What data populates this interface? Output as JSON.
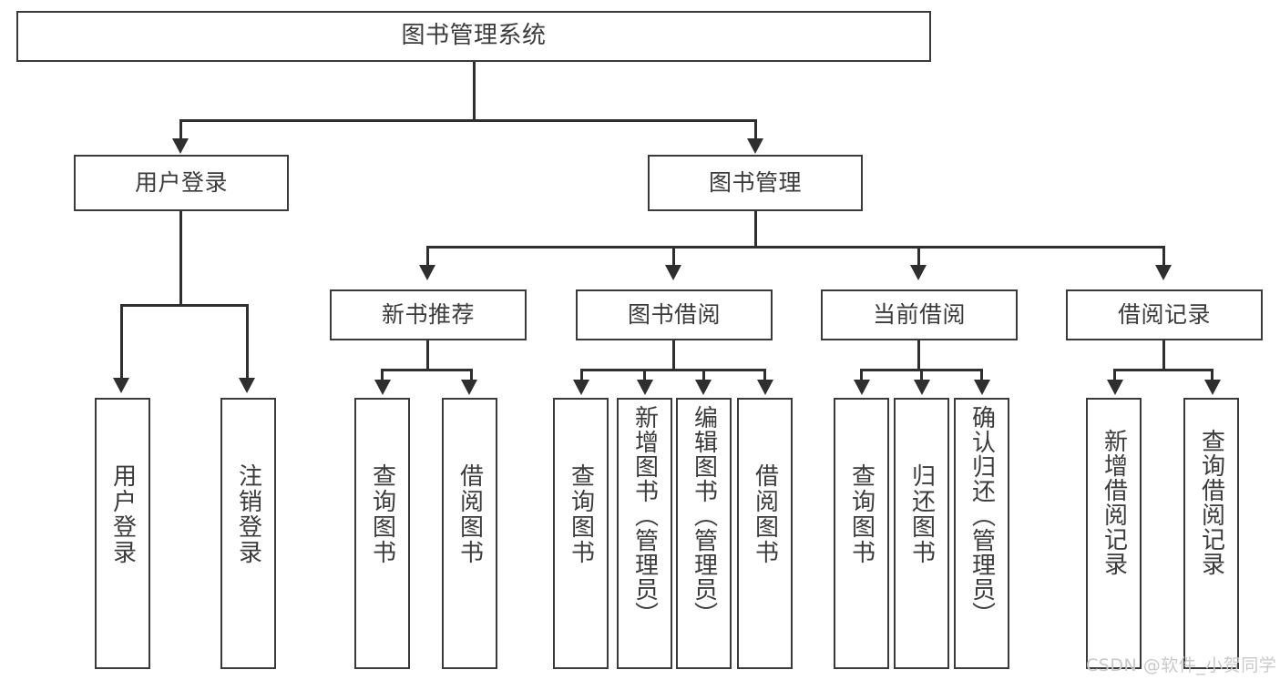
{
  "diagram": {
    "title": "图书管理系统",
    "watermark": "CSDN @软件_小贺同学",
    "levels": {
      "root": {
        "label": "图书管理系统"
      },
      "level1": [
        {
          "label": "用户登录"
        },
        {
          "label": "图书管理"
        }
      ],
      "level2": [
        {
          "label": "新书推荐"
        },
        {
          "label": "图书借阅"
        },
        {
          "label": "当前借阅"
        },
        {
          "label": "借阅记录"
        }
      ],
      "leaves": {
        "user_login": [
          {
            "label": "用户登录"
          },
          {
            "label": "注销登录"
          }
        ],
        "new_book_recommend": [
          {
            "label": "查询图书"
          },
          {
            "label": "借阅图书"
          }
        ],
        "book_borrow": [
          {
            "label": "查询图书"
          },
          {
            "label": "新增图书（管理员）"
          },
          {
            "label": "编辑图书（管理员）"
          },
          {
            "label": "借阅图书"
          }
        ],
        "current_borrow": [
          {
            "label": "查询图书"
          },
          {
            "label": "归还图书"
          },
          {
            "label": "确认归还（管理员）"
          }
        ],
        "borrow_record": [
          {
            "label": "新增借阅记录"
          },
          {
            "label": "查询借阅记录"
          }
        ]
      }
    }
  }
}
